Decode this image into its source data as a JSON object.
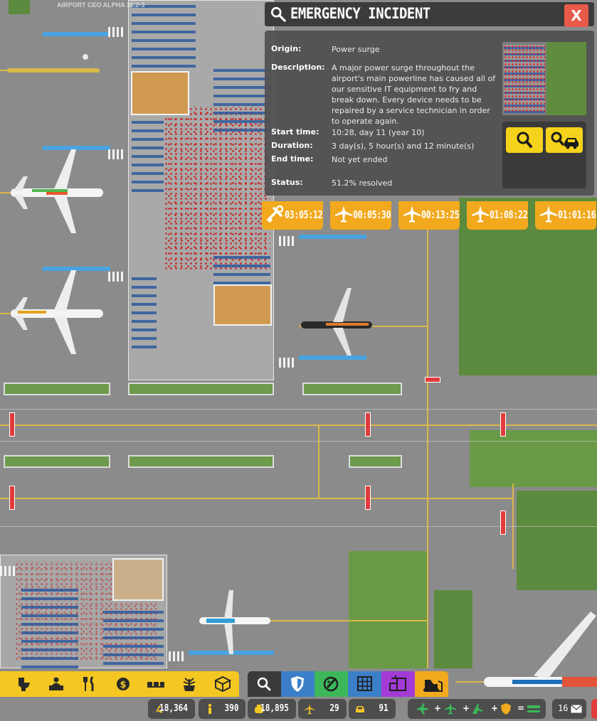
{
  "map": {
    "tag_label": "AIRPORT CEO ALPHA 36.2-3"
  },
  "incident": {
    "title": "EMERGENCY INCIDENT",
    "close_label": "X",
    "origin_label": "Origin:",
    "origin": "Power surge",
    "description_label": "Description:",
    "description": "A major power surge throughout the airport's main powerline has caused all of our sensitive IT equipment to fry and break down. Every device needs to be repaired by a service technician in order to operate again.",
    "start_label": "Start time:",
    "start": "10:28, day 11 (year 10)",
    "duration_label": "Duration:",
    "duration": "3 day(s), 5 hour(s) and 12 minute(s)",
    "end_label": "End time:",
    "end": "Not yet ended",
    "status_label": "Status:",
    "status": "51.2% resolved",
    "icons": [
      "search-icon",
      "search-icon",
      "search-vehicle-icon"
    ]
  },
  "timers": [
    {
      "icon": "repair-tools-icon",
      "time": "03:05:12"
    },
    {
      "icon": "airplane-icon",
      "time": "00:05:30"
    },
    {
      "icon": "airplane-icon",
      "time": "00:13:25"
    },
    {
      "icon": "airplane-icon",
      "time": "01:08:22"
    },
    {
      "icon": "airplane-icon",
      "time": "01:01:16"
    }
  ],
  "build_bar": {
    "icons": [
      "toilet-icon",
      "service-desk-icon",
      "food-icon",
      "money-icon",
      "seating-icon",
      "plant-icon",
      "storage-box-icon"
    ]
  },
  "tool_bar": {
    "tools": [
      {
        "icon": "search-icon",
        "color": "#3a3a3a"
      },
      {
        "icon": "security-shield-icon",
        "color": "#3c7fc9"
      },
      {
        "icon": "paint-palette-icon",
        "color": "#3cb85a"
      },
      {
        "icon": "grid-icon",
        "color": "#3c7fc9"
      },
      {
        "icon": "blueprint-icon",
        "color": "#a33ad6"
      },
      {
        "icon": "bulldozer-icon",
        "color": "#f2a91d"
      }
    ]
  },
  "stats": [
    {
      "icon": "passenger-icon",
      "value": "18,364"
    },
    {
      "icon": "staff-icon",
      "value": "390"
    },
    {
      "icon": "money-bag-icon",
      "value": "18,895"
    },
    {
      "icon": "airplane-icon",
      "value": "29"
    },
    {
      "icon": "car-icon",
      "value": "91"
    }
  ],
  "flow": {
    "ops": [
      "+",
      "+",
      "+",
      "="
    ]
  },
  "mail": {
    "count": "16"
  },
  "colors": {
    "accent": "#f2a91d",
    "yellow": "#f5c723",
    "panel": "#505050",
    "close": "#e85a4a"
  }
}
